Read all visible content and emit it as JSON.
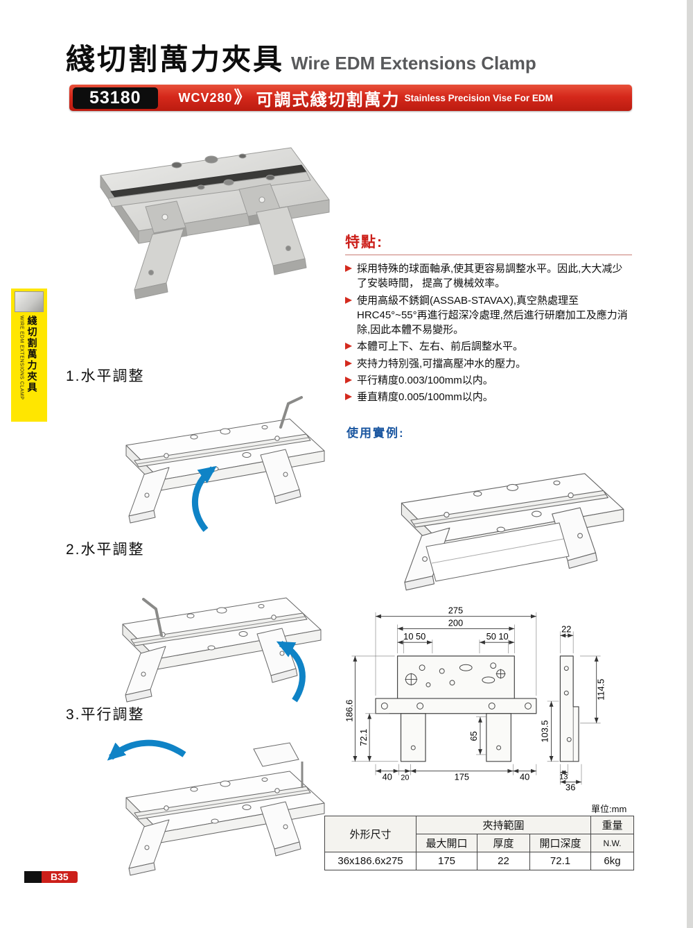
{
  "page": {
    "title_zh": "綫切割萬力夾具",
    "title_en": "Wire EDM Extensions Clamp",
    "unit_label": "單位:mm",
    "page_number": "B35"
  },
  "banner": {
    "item_number": "53180",
    "model_code": "WCV280",
    "product_zh": "可調式綫切割萬力",
    "product_en": "Stainless Precision Vise For EDM"
  },
  "sidebar": {
    "label_zh": "綫切割萬力夾具",
    "label_en": "WIRE EDM EXTENSIONS CLAMP"
  },
  "features": {
    "heading": "特點:",
    "items": [
      "採用特殊的球面軸承,使其更容易調整水平。因此,大大减少了安裝時間， 提高了機械效率。",
      "使用高級不銹鋼(ASSAB-STAVAX),真空熱處理至HRC45°~55°再進行超深冷處理,然后進行研磨加工及應力消除,因此本體不易變形。",
      "本體可上下、左右、前后調整水平。",
      "夾持力特別强,可擋高壓冲水的壓力。",
      "平行精度0.003/100mm以内。",
      "垂直精度0.005/100mm以内。"
    ],
    "usage_heading": "使用實例:"
  },
  "steps": {
    "step1": "1.水平調整",
    "step2": "2.水平調整",
    "step3": "3.平行調整"
  },
  "dimensions": {
    "total_width": "275",
    "plate_width": "200",
    "pair_left": "10 50",
    "pair_right": "50 10",
    "total_height": "186.6",
    "opening_depth": "72.1",
    "inner_height": "65",
    "bottom_40_left": "40",
    "bottom_20": "20",
    "bottom_175": "175",
    "bottom_40_right": "40",
    "side_width": "22",
    "side_height_upper": "114.5",
    "side_height_lower": "103.5",
    "side_13": "13",
    "side_36": "36"
  },
  "spec_table": {
    "col_outline": "外形尺寸",
    "col_range": "夾持範圍",
    "col_weight": "重量",
    "col_weight_sub": "N.W.",
    "sub_max_open": "最大開口",
    "sub_thickness": "厚度",
    "sub_depth": "開口深度",
    "row": {
      "outline": "36x186.6x275",
      "max_open": "175",
      "thickness": "22",
      "depth": "72.1",
      "weight": "6kg"
    }
  },
  "icons": {
    "chevron_right": "》"
  }
}
